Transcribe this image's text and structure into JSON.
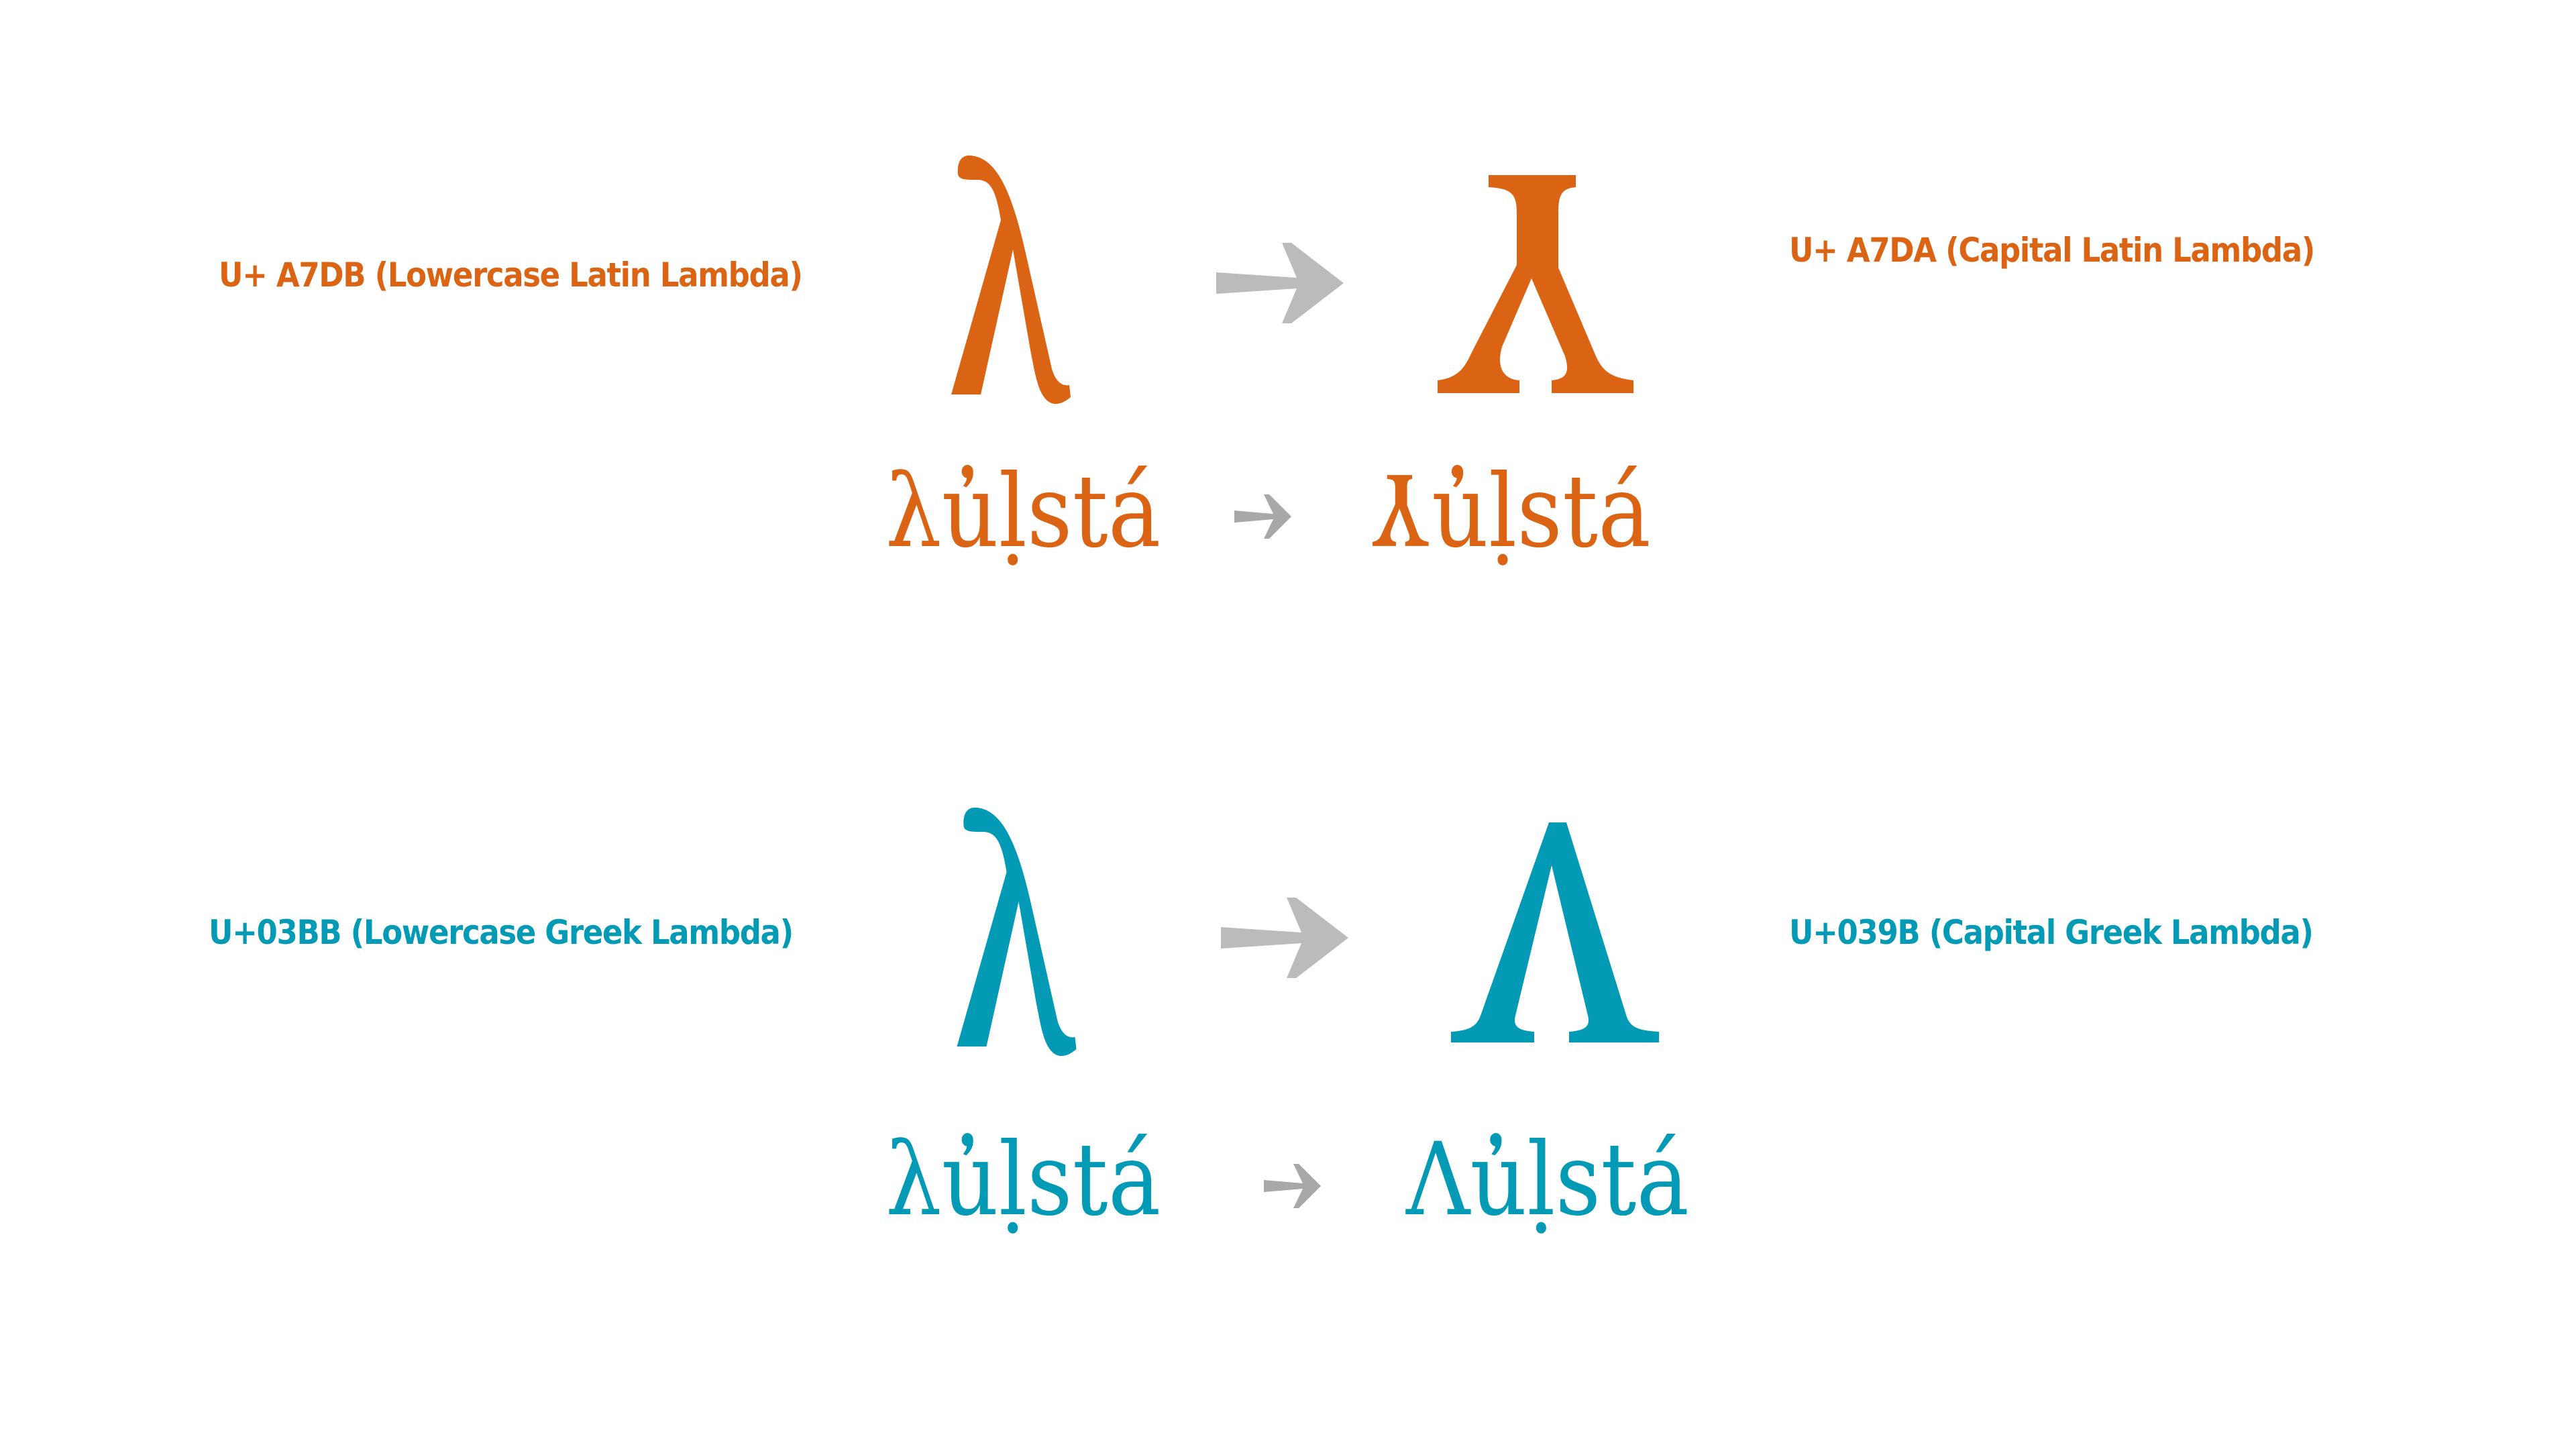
{
  "colors": {
    "latin": "#DA6413",
    "greek": "#039AB5",
    "arrow_large": "#BBBBBB",
    "arrow_small": "#A8A8A8",
    "background": "#FFFFFF"
  },
  "rows": [
    {
      "id": "latin",
      "left_label": "U+ A7DB (Lowercase Latin Lambda)",
      "right_label": "U+ A7DA (Capital Latin Lambda)",
      "lowercase_glyph": "ꟛ",
      "uppercase_glyph": "Ꟛ",
      "example_lowercase_word": "λu̓ḷstá",
      "example_uppercase_word": "Ꟛu̓ḷstá",
      "example_word_rest": "u̓ḷstá",
      "arrow_icon": "right-arrow-icon"
    },
    {
      "id": "greek",
      "left_label": "U+03BB (Lowercase Greek Lambda)",
      "right_label": "U+039B (Capital Greek Lambda)",
      "lowercase_glyph": "λ",
      "uppercase_glyph": "Λ",
      "example_lowercase_word": "λu̓ḷstá",
      "example_uppercase_word": "Λu̓ḷstá",
      "example_word_rest": "u̓ḷstá",
      "arrow_icon": "right-arrow-icon"
    }
  ]
}
